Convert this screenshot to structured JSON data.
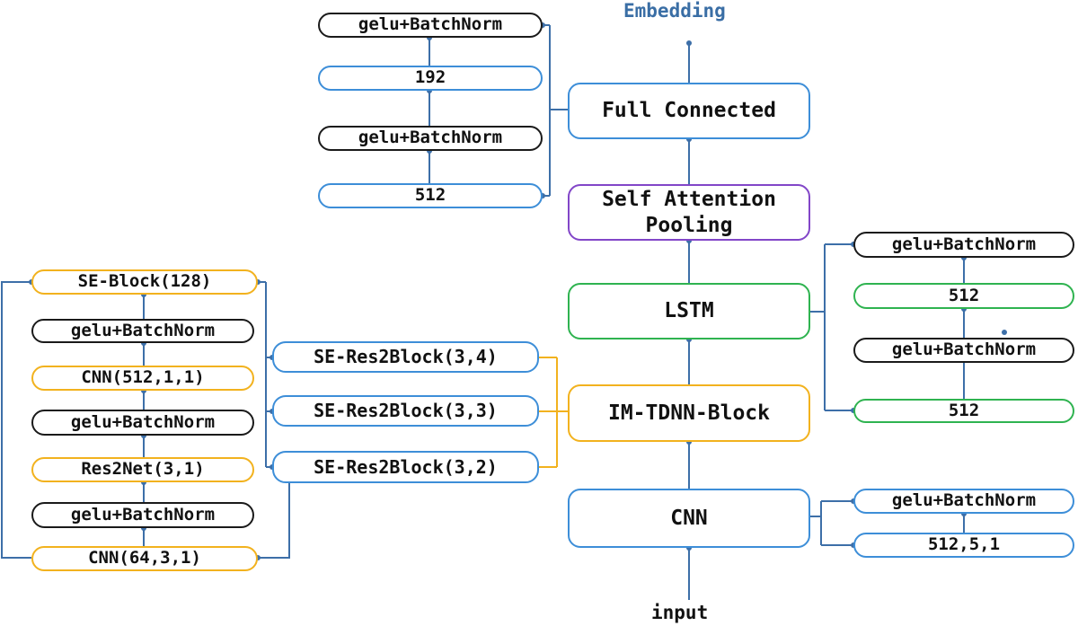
{
  "labels": {
    "embedding": "Embedding",
    "input": "input"
  },
  "colors": {
    "wire": "#3d6fa8",
    "blue": "#3d8ed8",
    "black": "#1a1a1a",
    "orange": "#f2b21e",
    "green": "#2fb350",
    "purple": "#8246c8"
  },
  "main_column": {
    "full_connected": "Full Connected",
    "self_attention_line1": "Self Attention",
    "self_attention_line2": "Pooling",
    "lstm": "LSTM",
    "im_tdnn": "IM-TDNN-Block",
    "cnn": "CNN"
  },
  "fc_detail": {
    "gelu_top": "gelu+BatchNorm",
    "size_192": "192",
    "gelu_mid": "gelu+BatchNorm",
    "size_512": "512"
  },
  "lstm_detail": {
    "gelu_top": "gelu+BatchNorm",
    "size_512_top": "512",
    "gelu_mid": "gelu+BatchNorm",
    "size_512_bottom": "512"
  },
  "cnn_detail": {
    "gelu": "gelu+BatchNorm",
    "params": "512,5,1"
  },
  "se_res2blocks": [
    "SE-Res2Block(3,4)",
    "SE-Res2Block(3,3)",
    "SE-Res2Block(3,2)"
  ],
  "res2block_detail": {
    "se_block": "SE-Block(128)",
    "gelu_1": "gelu+BatchNorm",
    "cnn_512": "CNN(512,1,1)",
    "gelu_2": "gelu+BatchNorm",
    "res2net": "Res2Net(3,1)",
    "gelu_3": "gelu+BatchNorm",
    "cnn_64": "CNN(64,3,1)"
  }
}
